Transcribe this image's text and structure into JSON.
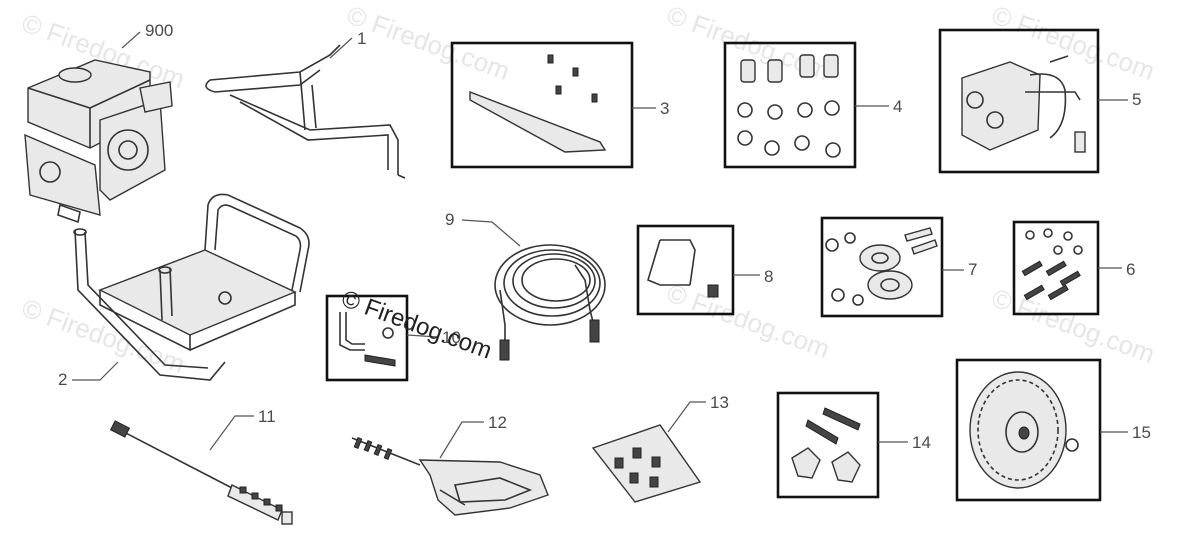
{
  "diagram": {
    "watermark": "© Firedog.com",
    "parts": [
      {
        "id": "p900",
        "label": "900"
      },
      {
        "id": "p1",
        "label": "1"
      },
      {
        "id": "p2",
        "label": "2"
      },
      {
        "id": "p3",
        "label": "3"
      },
      {
        "id": "p4",
        "label": "4"
      },
      {
        "id": "p5",
        "label": "5"
      },
      {
        "id": "p6",
        "label": "6"
      },
      {
        "id": "p7",
        "label": "7"
      },
      {
        "id": "p8",
        "label": "8"
      },
      {
        "id": "p9",
        "label": "9"
      },
      {
        "id": "p10",
        "label": "10"
      },
      {
        "id": "p11",
        "label": "11"
      },
      {
        "id": "p12",
        "label": "12"
      },
      {
        "id": "p13",
        "label": "13"
      },
      {
        "id": "p14",
        "label": "14"
      },
      {
        "id": "p15",
        "label": "15"
      }
    ],
    "center_watermark": "© Firedog.com"
  }
}
